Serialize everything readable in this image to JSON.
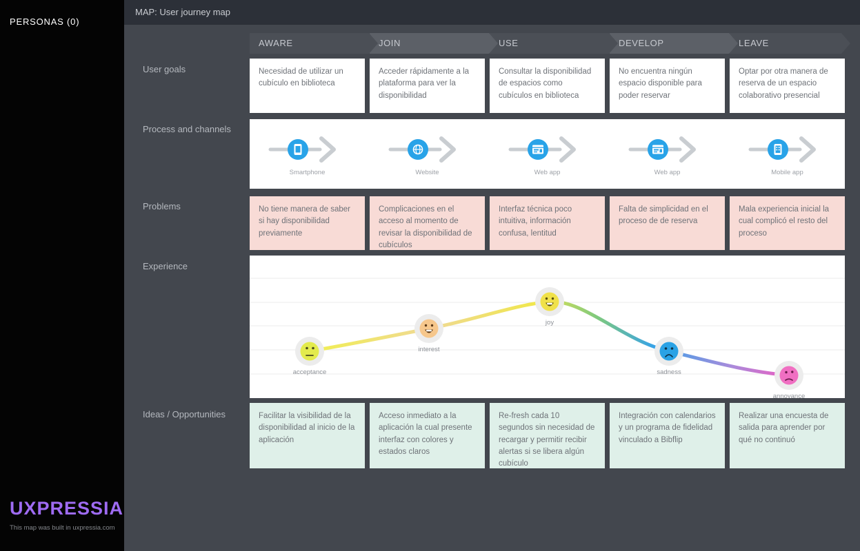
{
  "sidebar": {
    "personas_label": "PERSONAS (0)",
    "logo": "UXPRESSIA",
    "footer_note": "This map was built in uxpressia.com"
  },
  "header": {
    "title": "MAP: User journey map"
  },
  "stages": [
    {
      "label": "AWARE"
    },
    {
      "label": "JOIN"
    },
    {
      "label": "USE"
    },
    {
      "label": "DEVELOP"
    },
    {
      "label": "LEAVE"
    }
  ],
  "rows": {
    "user_goals": {
      "label": "User goals",
      "cards": [
        "Necesidad de utilizar un cubículo en biblioteca",
        "Acceder rápidamente a la plataforma para ver la disponibilidad",
        "Consultar la disponibilidad de espacios como cubículos en biblioteca",
        "No encuentra ningún espacio disponible para poder reservar",
        "Optar por otra manera de reserva de un espacio colaborativo presencial"
      ]
    },
    "process": {
      "label": "Process and channels",
      "channels": [
        {
          "name": "Smartphone",
          "icon": "smartphone-icon"
        },
        {
          "name": "Website",
          "icon": "globe-icon"
        },
        {
          "name": "Web app",
          "icon": "browser-icon"
        },
        {
          "name": "Web app",
          "icon": "browser-icon"
        },
        {
          "name": "Mobile app",
          "icon": "mobile-app-icon"
        }
      ]
    },
    "problems": {
      "label": "Problems",
      "cards": [
        "No tiene manera de saber si hay disponibilidad previamente",
        "Complicaciones en el acceso al momento de revisar la disponibilidad de cubículos",
        "Interfaz técnica poco intuitiva, información confusa, lentitud",
        "Falta de simplicidad en el proceso de de reserva",
        "Mala experiencia inicial la cual complicó el resto del proceso"
      ]
    },
    "experience": {
      "label": "Experience",
      "points": [
        {
          "emotion": "acceptance",
          "stage": "AWARE"
        },
        {
          "emotion": "interest",
          "stage": "JOIN"
        },
        {
          "emotion": "joy",
          "stage": "USE"
        },
        {
          "emotion": "sadness",
          "stage": "DEVELOP"
        },
        {
          "emotion": "annoyance",
          "stage": "LEAVE"
        }
      ]
    },
    "ideas": {
      "label": "Ideas / Opportunities",
      "cards": [
        "Facilitar la visibilidad de la disponibilidad al inicio de la aplicación",
        "Acceso inmediato a la aplicación la cual presente interfaz con colores y estados claros",
        "Re-fresh cada 10 segundos sin necesidad de recargar y permitir recibir alertas si se libera algún cubículo",
        "Integración con calendarios y un programa de fidelidad vinculado a Bibflip",
        "Realizar una encuesta de salida para aprender por qué no continuó"
      ]
    }
  },
  "chart_data": {
    "type": "line",
    "title": "Experience",
    "x": [
      "AWARE",
      "JOIN",
      "USE",
      "DEVELOP",
      "LEAVE"
    ],
    "series": [
      {
        "name": "emotional-journey",
        "points": [
          {
            "stage": "AWARE",
            "emotion": "acceptance",
            "level": -1
          },
          {
            "stage": "JOIN",
            "emotion": "interest",
            "level": 0
          },
          {
            "stage": "USE",
            "emotion": "joy",
            "level": 1
          },
          {
            "stage": "DEVELOP",
            "emotion": "sadness",
            "level": -1
          },
          {
            "stage": "LEAVE",
            "emotion": "annoyance",
            "level": -2
          }
        ]
      }
    ],
    "ylim": [
      -3,
      2
    ],
    "grid": true,
    "legend": false
  },
  "colors": {
    "main_bg": "#43474e",
    "topbar_bg": "#2c3038",
    "sidebar_bg": "#040404",
    "stage_dark": "#4b4f56",
    "stage_light": "#5c6067",
    "card_goal_bg": "#ffffff",
    "card_problem_bg": "#f8dbd6",
    "card_idea_bg": "#dff0e9",
    "channel_icon_blue": "#29a3e8",
    "logo_purple": "#9e6bf2",
    "emotion_acceptance": "#e3eb4d",
    "emotion_interest": "#f6c78c",
    "emotion_joy": "#f0e14a",
    "emotion_sadness": "#2aa2e5",
    "emotion_annoyance": "#f06fc2"
  }
}
